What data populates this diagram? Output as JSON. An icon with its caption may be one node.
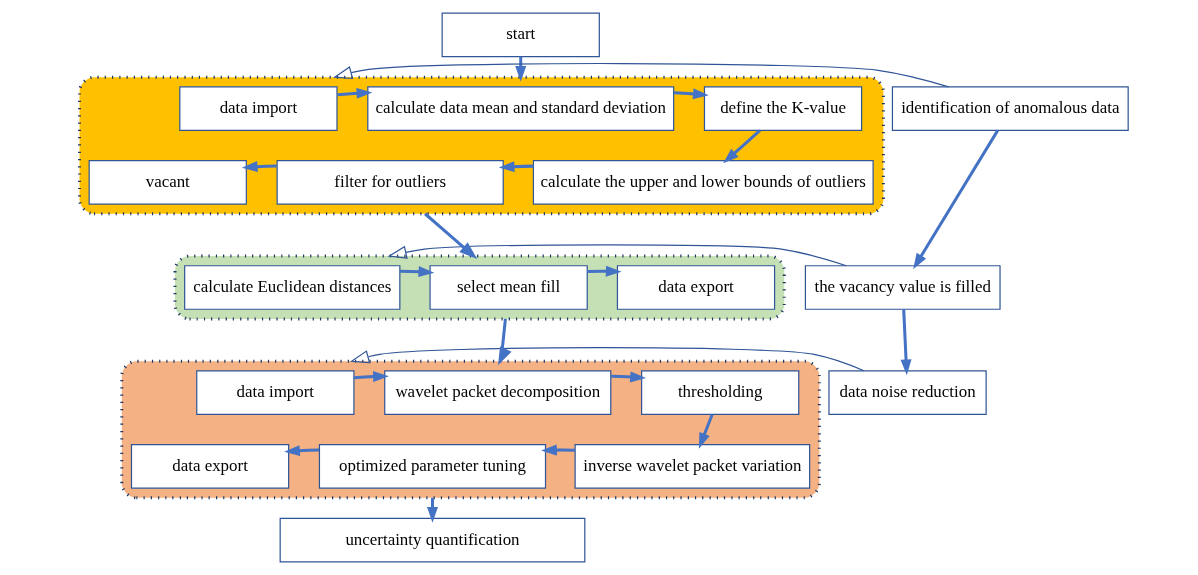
{
  "diagram": {
    "nodes": [
      {
        "text": [
          "start"
        ]
      },
      {
        "text": [
          "identification of anomalous data"
        ]
      },
      {
        "text": [
          "the vacancy value is filled"
        ]
      },
      {
        "text": [
          "data noise reduction"
        ]
      },
      {
        "text": [],
        "shape": "box"
      },
      {
        "text": [
          "data import"
        ],
        "in": 4
      },
      {
        "text": [
          "calculate data mean and standard deviation"
        ],
        "in": 4
      },
      {
        "text": [
          "define the K-value"
        ],
        "in": 4
      },
      {
        "text": [
          "calculate the upper and lower bounds of outliers"
        ],
        "in": 4
      },
      {
        "text": [
          "filter for outliers"
        ],
        "in": 4
      },
      {
        "text": [
          "vacant"
        ],
        "in": 4
      },
      {
        "text": [],
        "shape": "box"
      },
      {
        "text": [
          "calculate Euclidean distances"
        ],
        "in": 11
      },
      {
        "text": [
          "select mean fill"
        ],
        "in": 11
      },
      {
        "text": [
          "data export"
        ],
        "in": 11
      },
      {
        "text": [],
        "shape": "box"
      },
      {
        "text": [
          "data import"
        ],
        "in": 15
      },
      {
        "text": [
          "wavelet packet decomposition"
        ],
        "in": 15
      },
      {
        "text": [
          "thresholding"
        ],
        "in": 15
      },
      {
        "text": [
          "inverse wavelet packet variation"
        ],
        "in": 15
      },
      {
        "text": [
          "optimized parameter tuning"
        ],
        "in": 15
      },
      {
        "text": [
          "data export"
        ],
        "in": 15
      },
      {
        "text": [
          "uncertainty quantification"
        ]
      }
    ],
    "edges": [
      {
        "from": 0,
        "to": 4,
        "arrow": "to"
      },
      {
        "from": 5,
        "to": 6,
        "arrow": "to"
      },
      {
        "from": 6,
        "to": 7,
        "arrow": "to"
      },
      {
        "from": 7,
        "to": 8,
        "arrow": "to"
      },
      {
        "from": 8,
        "to": 9,
        "arrow": "to"
      },
      {
        "from": 9,
        "to": 10,
        "arrow": "to"
      },
      {
        "from": 4,
        "to": 11,
        "arrow": "to"
      },
      {
        "from": 12,
        "to": 13,
        "arrow": "to"
      },
      {
        "from": 13,
        "to": 14,
        "arrow": "to"
      },
      {
        "from": 11,
        "to": 15,
        "arrow": "to"
      },
      {
        "from": 16,
        "to": 17,
        "arrow": "to"
      },
      {
        "from": 17,
        "to": 18,
        "arrow": "to"
      },
      {
        "from": 18,
        "to": 19,
        "arrow": "to"
      },
      {
        "from": 19,
        "to": 20,
        "arrow": "to"
      },
      {
        "from": 20,
        "to": 21,
        "arrow": "to"
      },
      {
        "from": 15,
        "to": 22,
        "arrow": "to"
      },
      {
        "from": 1,
        "to": 4,
        "arrow": "to"
      },
      {
        "from": 2,
        "to": 11,
        "arrow": "to"
      },
      {
        "from": 3,
        "to": 15,
        "arrow": "to"
      },
      {
        "from": 1,
        "to": 2,
        "arrow": "to"
      },
      {
        "from": 2,
        "to": 3,
        "arrow": "to"
      }
    ]
  }
}
